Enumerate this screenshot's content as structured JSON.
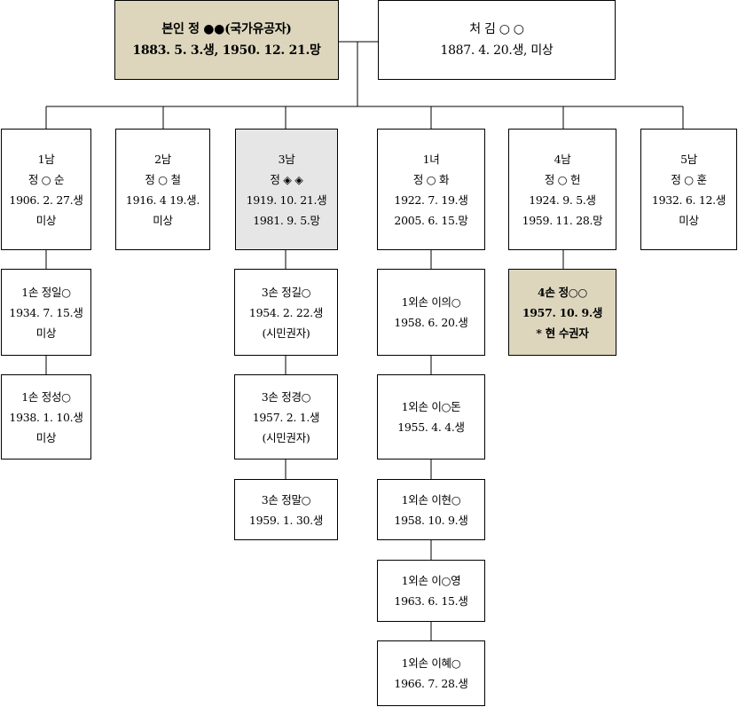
{
  "persons": {
    "self": {
      "lines": [
        "본인 정 ●●(국가유공자)",
        "1883. 5. 3.생, 1950. 12. 21.망"
      ]
    },
    "wife": {
      "lines": [
        "처  김 ○ ○",
        "1887. 4. 20.생, 미상"
      ]
    },
    "son1": {
      "lines": [
        "1남",
        "정 ○ 순",
        "1906. 2. 27.생",
        "미상"
      ]
    },
    "son2": {
      "lines": [
        "2남",
        "정 ○ 철",
        "1916. 4 19.생.",
        "미상"
      ]
    },
    "son3": {
      "lines": [
        "3남",
        "정 ◈ ◈",
        "1919. 10. 21.생",
        "1981. 9. 5.망"
      ]
    },
    "dau1": {
      "lines": [
        "1녀",
        "정 ○ 화",
        "1922. 7. 19.생",
        "2005. 6. 15.망"
      ]
    },
    "son4": {
      "lines": [
        "4남",
        "정 ○ 헌",
        "1924. 9. 5.생",
        "1959. 11. 28.망"
      ]
    },
    "son5": {
      "lines": [
        "5남",
        "정 ○ 훈",
        "1932. 6. 12.생",
        "미상"
      ]
    },
    "gs1a": {
      "lines": [
        "1손 정일○",
        "1934. 7. 15.생",
        "미상"
      ]
    },
    "gs1b": {
      "lines": [
        "1손 정성○",
        "1938. 1. 10.생",
        "미상"
      ]
    },
    "gs3a": {
      "lines": [
        "3손 정길○",
        "1954. 2. 22.생",
        "(시민권자)"
      ]
    },
    "gs3b": {
      "lines": [
        "3손 정경○",
        "1957. 2. 1.생",
        "(시민권자)"
      ]
    },
    "gs3c": {
      "lines": [
        "3손 정말○",
        "1959. 1. 30.생"
      ]
    },
    "ogs1": {
      "lines": [
        "1외손 이의○",
        "1958. 6. 20.생"
      ]
    },
    "ogs2": {
      "lines": [
        "1외손 이○돈",
        "1955. 4. 4.생"
      ]
    },
    "ogs3": {
      "lines": [
        "1외손 이현○",
        "1958. 10. 9.생"
      ]
    },
    "ogs4": {
      "lines": [
        "1외손 이○영",
        "1963. 6. 15.생"
      ]
    },
    "ogs5": {
      "lines": [
        "1외손 이혜○",
        "1966. 7. 28.생"
      ]
    },
    "gs4": {
      "lines": [
        "4손 정○○",
        "1957. 10. 9.생",
        "* 현 수권자"
      ]
    }
  }
}
